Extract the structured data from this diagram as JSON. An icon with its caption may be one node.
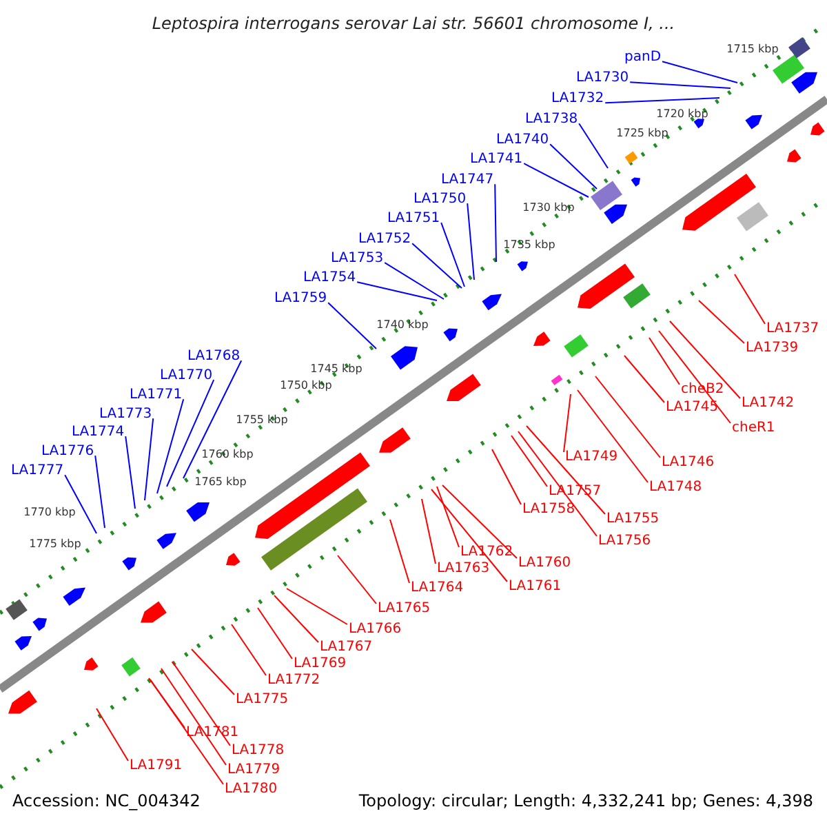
{
  "diagram": {
    "title": "Leptospira interrogans serovar Lai str. 56601 chromosome I, ...",
    "nodes": [
      {
        "text": [
          "panD"
        ]
      },
      {
        "text": [
          "LA1730"
        ]
      },
      {
        "text": [
          "LA1732"
        ]
      },
      {
        "text": [
          "LA1738"
        ]
      },
      {
        "text": [
          "LA1740"
        ]
      },
      {
        "text": [
          "LA1741"
        ]
      },
      {
        "text": [
          "LA1747"
        ]
      },
      {
        "text": [
          "LA1750"
        ]
      },
      {
        "text": [
          "LA1751"
        ]
      },
      {
        "text": [
          "LA1752"
        ]
      },
      {
        "text": [
          "LA1753"
        ]
      },
      {
        "text": [
          "LA1754"
        ]
      },
      {
        "text": [
          "LA1759"
        ]
      },
      {
        "text": [
          "LA1768"
        ]
      },
      {
        "text": [
          "LA1770"
        ]
      },
      {
        "text": [
          "LA1771"
        ]
      },
      {
        "text": [
          "LA1773"
        ]
      },
      {
        "text": [
          "LA1774"
        ]
      },
      {
        "text": [
          "LA1776"
        ]
      },
      {
        "text": [
          "LA1777"
        ]
      },
      {
        "text": [
          "LA1737"
        ]
      },
      {
        "text": [
          "LA1739"
        ]
      },
      {
        "text": [
          "LA1742"
        ]
      },
      {
        "text": [
          "cheR1"
        ]
      },
      {
        "text": [
          "cheB2"
        ]
      },
      {
        "text": [
          "LA1745"
        ]
      },
      {
        "text": [
          "LA1746"
        ]
      },
      {
        "text": [
          "LA1749"
        ]
      },
      {
        "text": [
          "LA1748"
        ]
      },
      {
        "text": [
          "LA1757"
        ]
      },
      {
        "text": [
          "LA1758"
        ]
      },
      {
        "text": [
          "LA1756"
        ]
      },
      {
        "text": [
          "LA1755"
        ]
      },
      {
        "text": [
          "LA1762"
        ]
      },
      {
        "text": [
          "LA1760"
        ]
      },
      {
        "text": [
          "LA1763"
        ]
      },
      {
        "text": [
          "LA1761"
        ]
      },
      {
        "text": [
          "LA1764"
        ]
      },
      {
        "text": [
          "LA1765"
        ]
      },
      {
        "text": [
          "LA1766"
        ]
      },
      {
        "text": [
          "LA1767"
        ]
      },
      {
        "text": [
          "LA1769"
        ]
      },
      {
        "text": [
          "LA1772"
        ]
      },
      {
        "text": [
          "LA1775"
        ]
      },
      {
        "text": [
          "LA1781"
        ]
      },
      {
        "text": [
          "LA1778"
        ]
      },
      {
        "text": [
          "LA1779"
        ]
      },
      {
        "text": [
          "LA1780"
        ]
      },
      {
        "text": [
          "LA1791"
        ]
      }
    ],
    "edges": [
      {
        "from": 0,
        "to": null,
        "arrow": "none",
        "color": "#0000ff"
      },
      {
        "from": 1,
        "to": null,
        "arrow": "none",
        "color": "#0000ff"
      },
      {
        "from": 2,
        "to": null,
        "arrow": "none",
        "color": "#0000ff"
      },
      {
        "from": 3,
        "to": null,
        "arrow": "none",
        "color": "#0000ff"
      },
      {
        "from": 4,
        "to": null,
        "arrow": "none",
        "color": "#0000ff"
      },
      {
        "from": 5,
        "to": null,
        "arrow": "none",
        "color": "#0000ff"
      },
      {
        "from": 6,
        "to": null,
        "arrow": "none",
        "color": "#0000ff"
      },
      {
        "from": 7,
        "to": null,
        "arrow": "none",
        "color": "#0000ff"
      },
      {
        "from": 8,
        "to": null,
        "arrow": "none",
        "color": "#0000ff"
      },
      {
        "from": 9,
        "to": null,
        "arrow": "none",
        "color": "#0000ff"
      },
      {
        "from": 10,
        "to": null,
        "arrow": "none",
        "color": "#0000ff"
      },
      {
        "from": 11,
        "to": null,
        "arrow": "none",
        "color": "#0000ff"
      },
      {
        "from": 12,
        "to": null,
        "arrow": "none",
        "color": "#0000ff"
      },
      {
        "from": 13,
        "to": null,
        "arrow": "none",
        "color": "#0000ff"
      },
      {
        "from": 14,
        "to": null,
        "arrow": "none",
        "color": "#0000ff"
      },
      {
        "from": 15,
        "to": null,
        "arrow": "none",
        "color": "#0000ff"
      },
      {
        "from": 16,
        "to": null,
        "arrow": "none",
        "color": "#0000ff"
      },
      {
        "from": 17,
        "to": null,
        "arrow": "none",
        "color": "#0000ff"
      },
      {
        "from": 18,
        "to": null,
        "arrow": "none",
        "color": "#0000ff"
      },
      {
        "from": 19,
        "to": null,
        "arrow": "none",
        "color": "#0000ff"
      },
      {
        "from": 20,
        "to": null,
        "arrow": "none"
      },
      {
        "from": 21,
        "to": null,
        "arrow": "none"
      },
      {
        "from": 22,
        "to": null,
        "arrow": "none"
      },
      {
        "from": 23,
        "to": null,
        "arrow": "none"
      },
      {
        "from": 24,
        "to": null,
        "arrow": "none"
      },
      {
        "from": 25,
        "to": null,
        "arrow": "none"
      },
      {
        "from": 26,
        "to": null,
        "arrow": "none"
      },
      {
        "from": 27,
        "to": null,
        "arrow": "none"
      },
      {
        "from": 28,
        "to": null,
        "arrow": "none"
      },
      {
        "from": 29,
        "to": null,
        "arrow": "none"
      },
      {
        "from": 30,
        "to": null,
        "arrow": "none"
      },
      {
        "from": 31,
        "to": null,
        "arrow": "none"
      },
      {
        "from": 32,
        "to": null,
        "arrow": "none"
      },
      {
        "from": 33,
        "to": null,
        "arrow": "none"
      },
      {
        "from": 34,
        "to": null,
        "arrow": "none"
      },
      {
        "from": 35,
        "to": null,
        "arrow": "none"
      },
      {
        "from": 36,
        "to": null,
        "arrow": "none"
      },
      {
        "from": 37,
        "to": null,
        "arrow": "none"
      },
      {
        "from": 38,
        "to": null,
        "arrow": "none"
      },
      {
        "from": 39,
        "to": null,
        "arrow": "none"
      },
      {
        "from": 40,
        "to": null,
        "arrow": "none"
      },
      {
        "from": 41,
        "to": null,
        "arrow": "none"
      },
      {
        "from": 42,
        "to": null,
        "arrow": "none"
      },
      {
        "from": 43,
        "to": null,
        "arrow": "none"
      },
      {
        "from": 44,
        "to": null,
        "arrow": "none"
      },
      {
        "from": 45,
        "to": null,
        "arrow": "none"
      },
      {
        "from": 46,
        "to": null,
        "arrow": "none"
      },
      {
        "from": 47,
        "to": null,
        "arrow": "none"
      },
      {
        "from": 48,
        "to": null,
        "arrow": "none"
      }
    ],
    "labels": [
      "1715 kbp",
      "1720 kbp",
      "1725 kbp",
      "1730 kbp",
      "1735 kbp",
      "1740 kbp",
      "1745 kbp",
      "1750 kbp",
      "1755 kbp",
      "1760 kbp",
      "1765 kbp",
      "1770 kbp",
      "1775 kbp",
      "Accession: NC_004342",
      "Topology: circular; Length: 4,332,241 bp; Genes: 4,398"
    ]
  }
}
